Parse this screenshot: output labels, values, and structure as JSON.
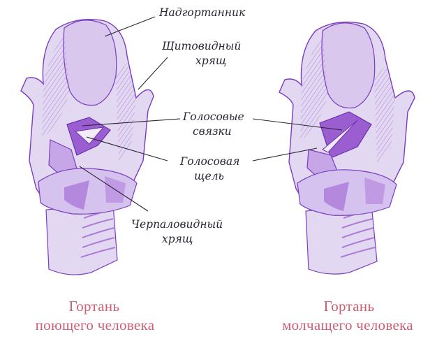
{
  "labels": {
    "epiglottis": "Надгортанник",
    "thyroid_1": "Щитовидный",
    "thyroid_2": "хрящ",
    "vocal_cords_1": "Голосовые",
    "vocal_cords_2": "связки",
    "glottis_1": "Голосовая",
    "glottis_2": "щель",
    "arytenoid_1": "Черпаловидный",
    "arytenoid_2": "хрящ"
  },
  "captions": {
    "left_1": "Гортань",
    "left_2": "поющего человека",
    "right_1": "Гортань",
    "right_2": "молчащего человека"
  },
  "colors": {
    "fill_light": "#e3d8f2",
    "fill_mid": "#c6a6e6",
    "fill_dark": "#9a5ed0",
    "outline": "#7a3cc0",
    "caption": "#cc5f73",
    "label": "#2b2533"
  }
}
